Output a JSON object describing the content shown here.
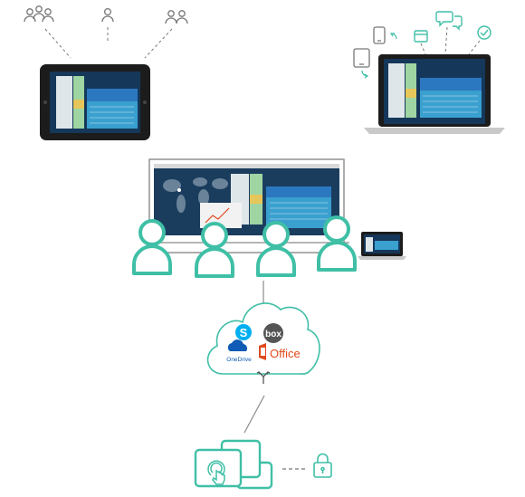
{
  "colors": {
    "teal": "#3fbfa6",
    "line_gray": "#8a8a8a",
    "frame_dark": "#1c1c1c",
    "screen_navy": "#15375a",
    "skype_blue": "#00aff0",
    "onedrive_blue": "#0f5bb5",
    "office_red": "#e0491b",
    "box_dark": "#555555"
  },
  "cloud_services": {
    "onedrive": "OneDrive",
    "box": "box",
    "office": "Office"
  },
  "icons": [
    "group-of-users-icon",
    "single-user-icon",
    "pair-of-users-icon",
    "tablet-icon",
    "phone-icon",
    "browser-window-icon",
    "chat-bubbles-icon",
    "checkmark-circle-icon",
    "cloud-icon",
    "skype-icon",
    "box-icon",
    "onedrive-icon",
    "office-icon",
    "branch-arrows-icon",
    "touch-hand-icon",
    "padlock-icon"
  ]
}
